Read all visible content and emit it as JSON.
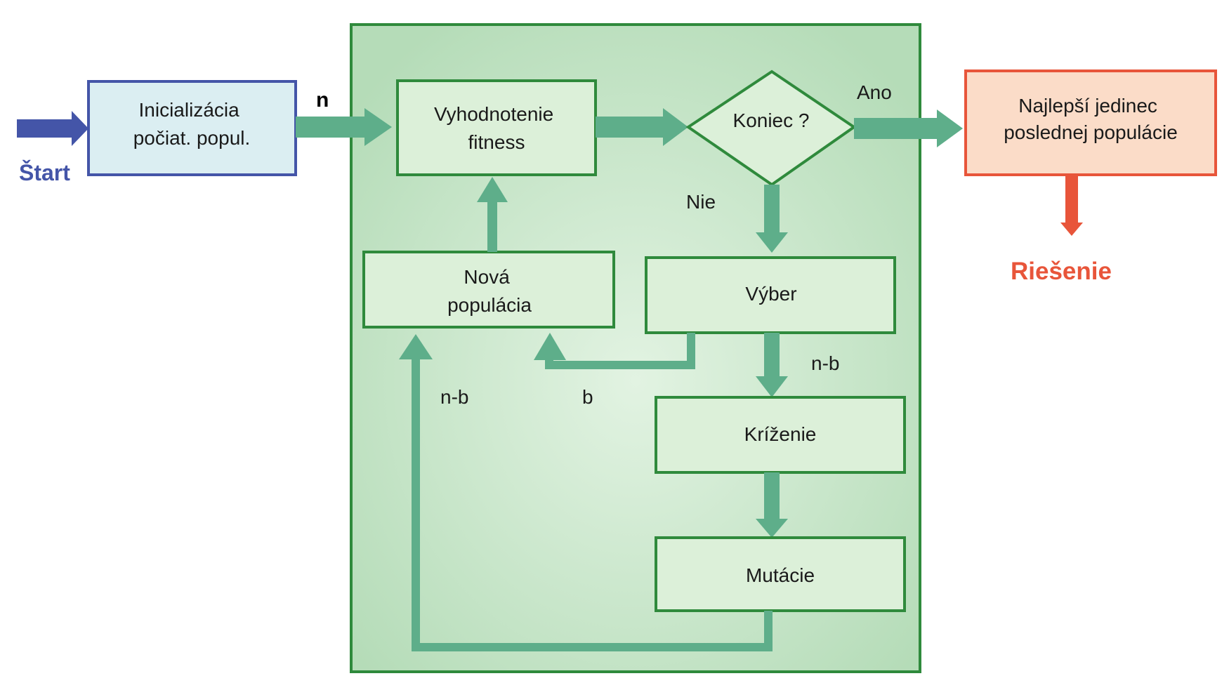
{
  "nodes": {
    "start_label": "Štart",
    "init": {
      "line1": "Inicializácia",
      "line2": "počiat. popul."
    },
    "eval": {
      "line1": "Vyhodnotenie",
      "line2": "fitness"
    },
    "decision": "Koniec ?",
    "best": {
      "line1": "Najlepší jedinec",
      "line2": "poslednej populácie"
    },
    "solution_label": "Riešenie",
    "new_pop": {
      "line1": "Nová",
      "line2": "populácia"
    },
    "selection": "Výber",
    "crossover": "Kríženie",
    "mutation": "Mutácie"
  },
  "edge_labels": {
    "n": "n",
    "yes": "Ano",
    "no": "Nie",
    "n_b_right": "n-b",
    "n_b_left": "n-b",
    "b": "b"
  },
  "colors": {
    "start_blue": "#4455a8",
    "init_fill": "#dbeef2",
    "green_arrow": "#5eae8a",
    "green_border": "#2f8a3c",
    "green_panel": "#c4e4c6",
    "box_fill": "#dcf0d9",
    "best_fill": "#fbdcc8",
    "best_border": "#e8553a",
    "solution_red": "#e8553a"
  }
}
